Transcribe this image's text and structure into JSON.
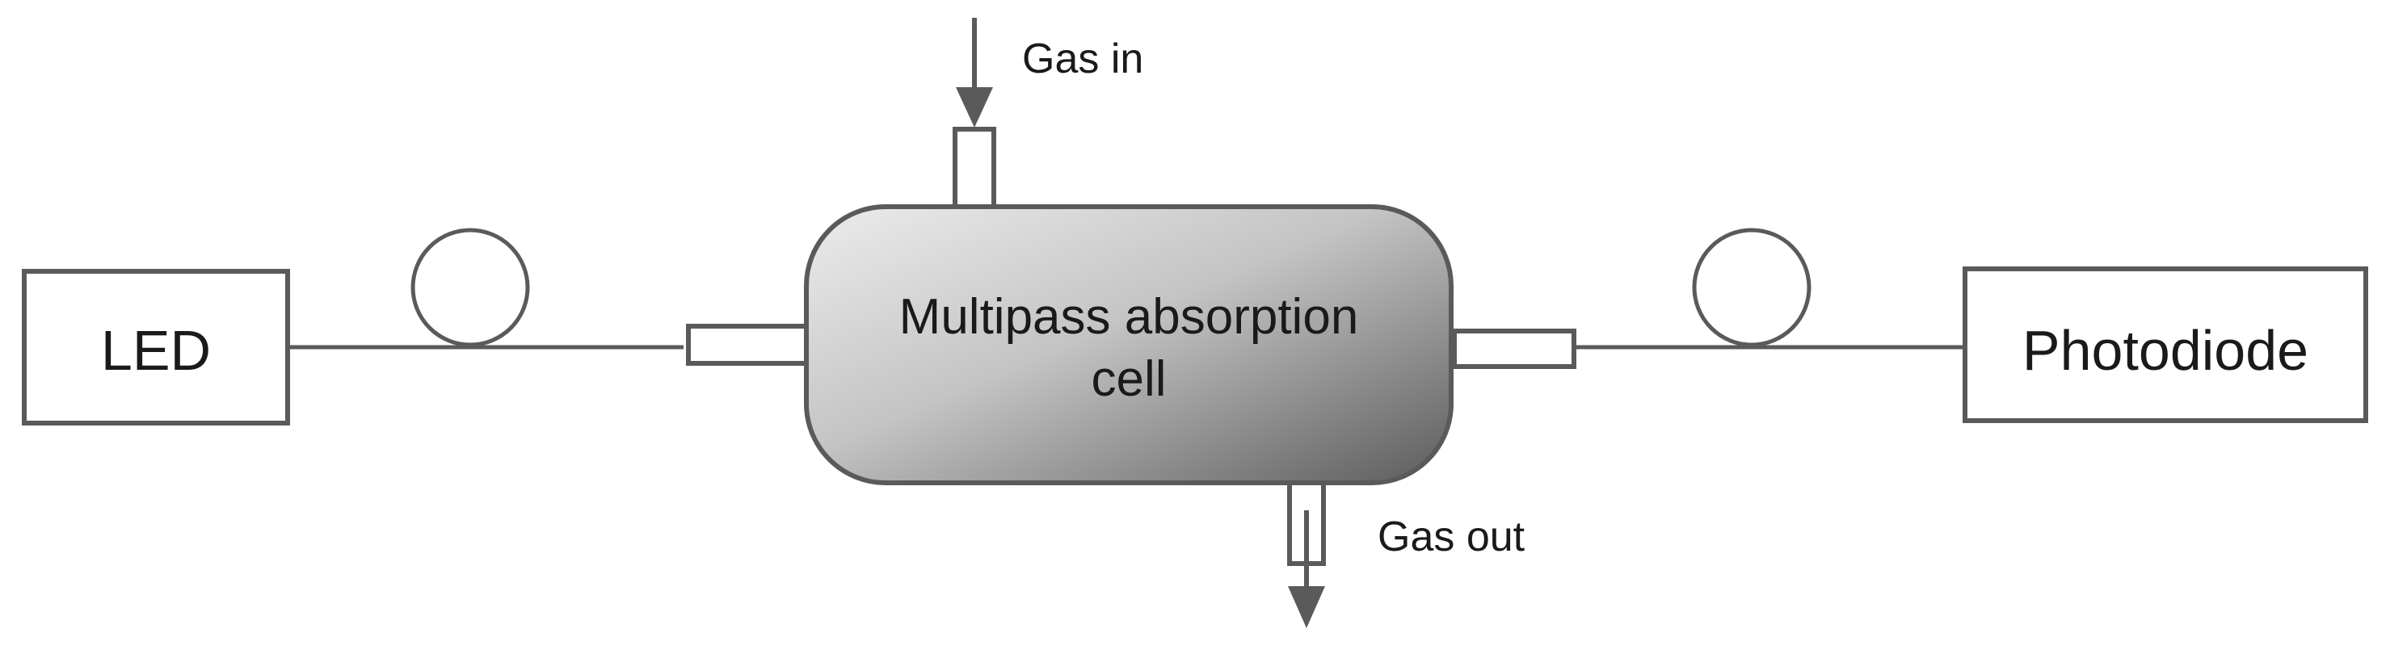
{
  "labels": {
    "source": "LED",
    "detector": "Photodiode",
    "cell_line1": "Multipass absorption",
    "cell_line2": "cell",
    "gas_in": "Gas in",
    "gas_out": "Gas out"
  },
  "colors": {
    "stroke": "#5a5a5a",
    "cell_gradient_light": "#ececec",
    "cell_gradient_dark": "#5c5c5c",
    "text": "#1a1a1a"
  }
}
